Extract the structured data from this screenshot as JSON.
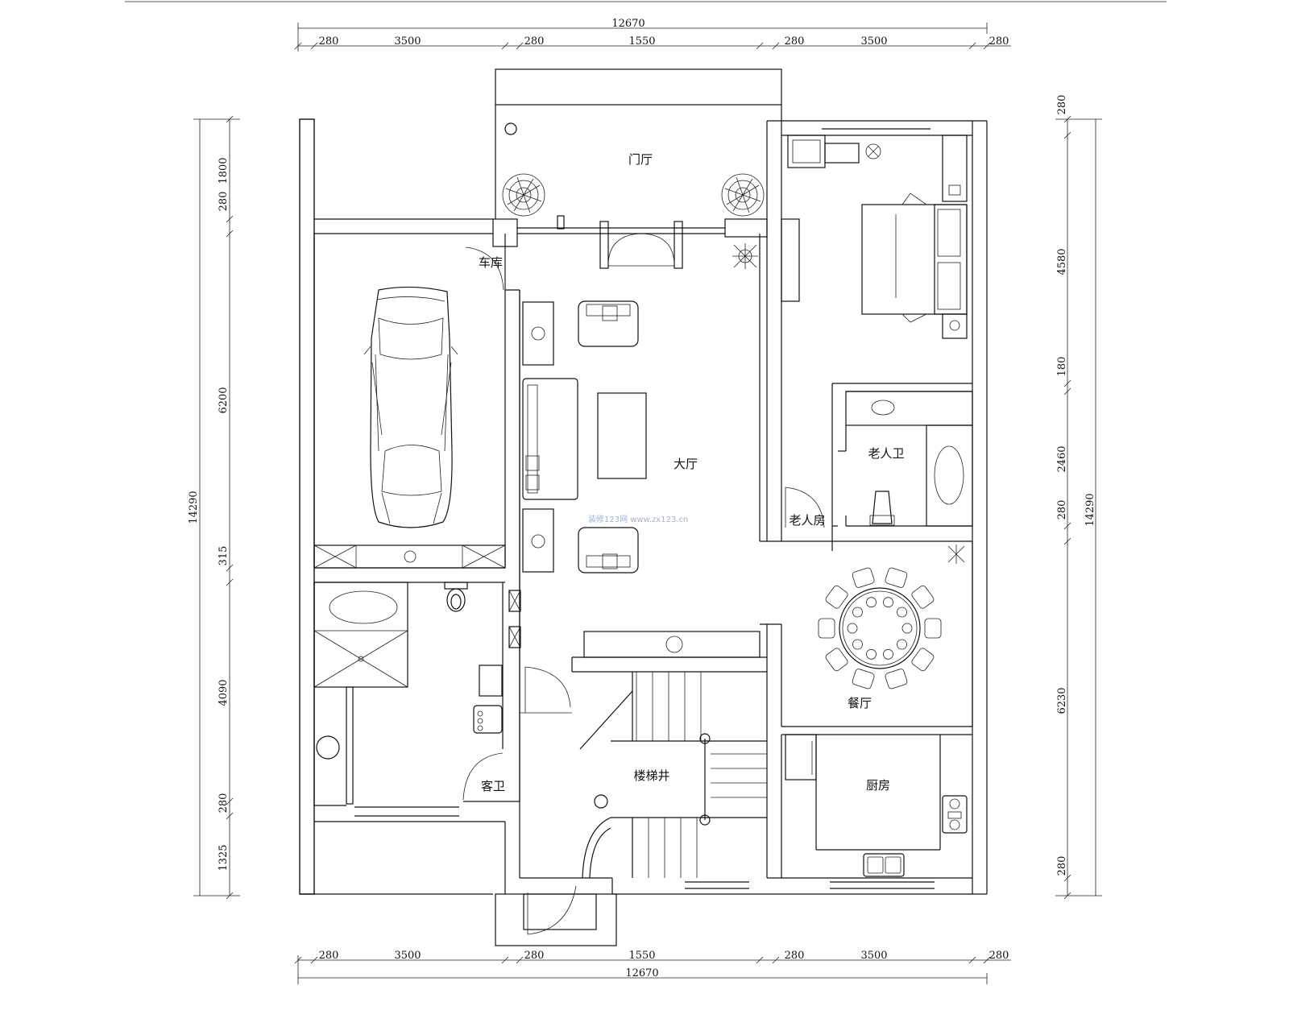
{
  "dimensions": {
    "top_total": "12670",
    "top_segments": [
      "280",
      "3500",
      "280",
      "1550",
      "280",
      "3500",
      "280"
    ],
    "bottom_total": "12670",
    "bottom_segments": [
      "280",
      "3500",
      "280",
      "1550",
      "280",
      "3500",
      "280"
    ],
    "left_total": "14290",
    "left_segments": [
      "1800",
      "280",
      "6200",
      "315",
      "4090",
      "280",
      "1325"
    ],
    "right_total": "14290",
    "right_segments": [
      "280",
      "4580",
      "180",
      "2460",
      "280",
      "6230",
      "280"
    ]
  },
  "rooms": {
    "entrance": "门厅",
    "garage": "车库",
    "living": "大厅",
    "elder_bath": "老人卫",
    "elder_room": "老人房",
    "dining": "餐厅",
    "kitchen": "厨房",
    "stairwell": "楼梯井",
    "guest_bath": "客卫"
  },
  "watermark": "装修123网  www.zx123.cn"
}
